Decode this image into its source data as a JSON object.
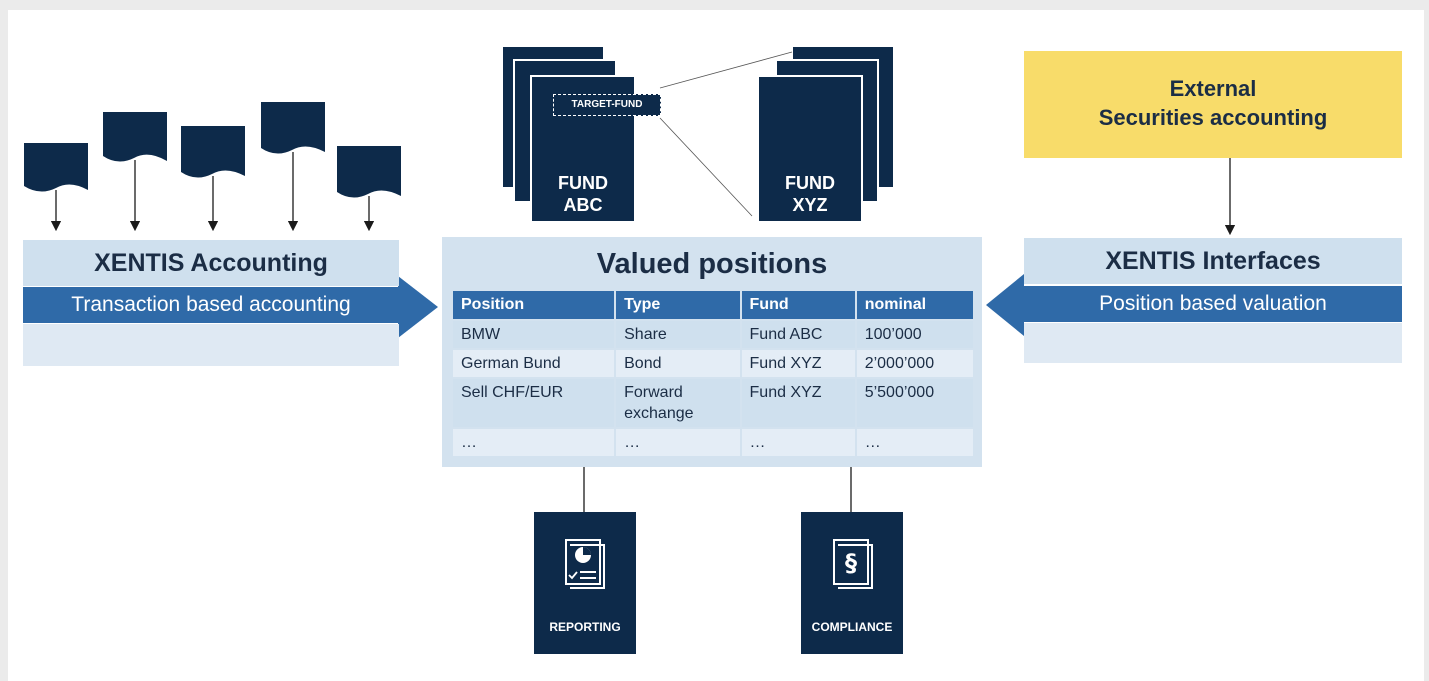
{
  "left": {
    "title": "XENTIS Accounting",
    "band": "Transaction based accounting"
  },
  "right": {
    "external_title_line1": "External",
    "external_title_line2": "Securities accounting",
    "title": "XENTIS Interfaces",
    "band": "Position based valuation"
  },
  "funds": {
    "abc_line1": "FUND",
    "abc_line2": "ABC",
    "xyz_line1": "FUND",
    "xyz_line2": "XYZ",
    "tag": "TARGET-FUND"
  },
  "center": {
    "title": "Valued positions",
    "columns": [
      "Position",
      "Type",
      "Fund",
      "nominal"
    ],
    "rows": [
      [
        "BMW",
        "Share",
        "Fund ABC",
        "100’000"
      ],
      [
        "German Bund",
        "Bond",
        "Fund XYZ",
        "2’000’000"
      ],
      [
        "Sell CHF/EUR",
        "Forward exchange",
        "Fund XYZ",
        "5’500’000"
      ],
      [
        "…",
        "…",
        "…",
        "…"
      ]
    ]
  },
  "cards": {
    "reporting": "REPORTING",
    "compliance": "COMPLIANCE"
  },
  "colors": {
    "navy": "#0d2a4a",
    "blue": "#2f6aa8",
    "light_blue": "#cfe0ee",
    "yellow": "#f8dc6a"
  },
  "icons": [
    "document-icon",
    "report-chart-icon",
    "section-law-icon",
    "arrow-right-icon",
    "arrow-left-icon"
  ]
}
